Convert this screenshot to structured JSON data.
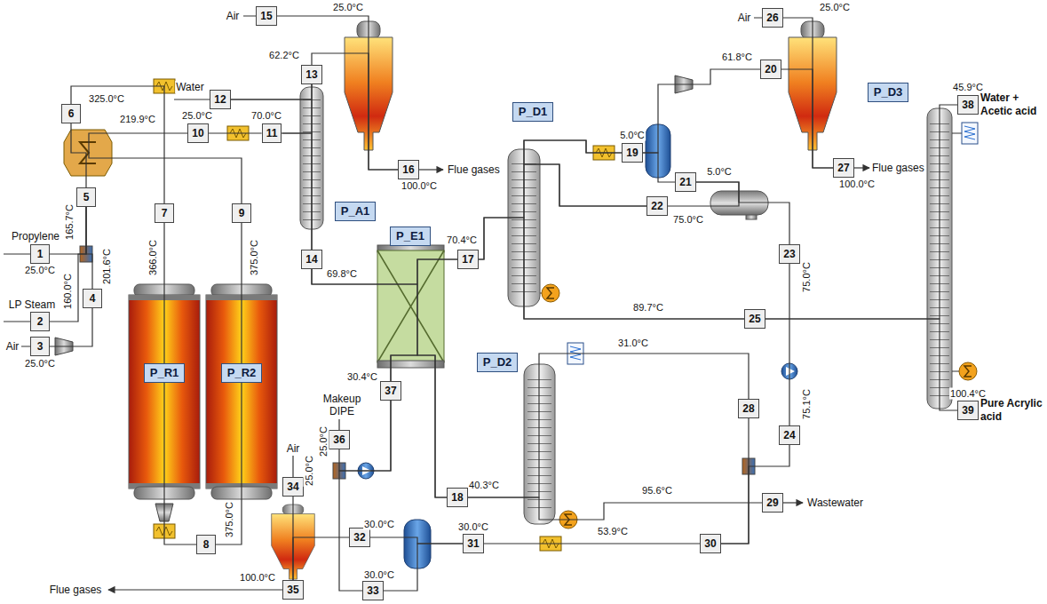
{
  "diagram": {
    "nodes": [
      {
        "text": [
          "1"
        ]
      },
      {
        "text": [
          "2"
        ]
      },
      {
        "text": [
          "3"
        ]
      },
      {
        "text": [
          "4"
        ]
      },
      {
        "text": [
          "5"
        ]
      },
      {
        "text": [
          "6"
        ]
      },
      {
        "text": [
          "7"
        ]
      },
      {
        "text": [
          "8"
        ]
      },
      {
        "text": [
          "9"
        ]
      },
      {
        "text": [
          "10"
        ]
      },
      {
        "text": [
          "11"
        ]
      },
      {
        "text": [
          "12"
        ]
      },
      {
        "text": [
          "13"
        ]
      },
      {
        "text": [
          "14"
        ]
      },
      {
        "text": [
          "15"
        ]
      },
      {
        "text": [
          "16"
        ]
      },
      {
        "text": [
          "17"
        ]
      },
      {
        "text": [
          "18"
        ]
      },
      {
        "text": [
          "19"
        ]
      },
      {
        "text": [
          "20"
        ]
      },
      {
        "text": [
          "21"
        ]
      },
      {
        "text": [
          "22"
        ]
      },
      {
        "text": [
          "23"
        ]
      },
      {
        "text": [
          "24"
        ]
      },
      {
        "text": [
          "25"
        ]
      },
      {
        "text": [
          "26"
        ]
      },
      {
        "text": [
          "27"
        ]
      },
      {
        "text": [
          "28"
        ]
      },
      {
        "text": [
          "29"
        ]
      },
      {
        "text": [
          "30"
        ]
      },
      {
        "text": [
          "31"
        ]
      },
      {
        "text": [
          "32"
        ]
      },
      {
        "text": [
          "33"
        ]
      },
      {
        "text": [
          "34"
        ]
      },
      {
        "text": [
          "35"
        ]
      },
      {
        "text": [
          "36"
        ]
      },
      {
        "text": [
          "37"
        ]
      },
      {
        "text": [
          "38"
        ]
      },
      {
        "text": [
          "39"
        ]
      },
      {
        "text": [
          "P_R1"
        ]
      },
      {
        "text": [
          "P_R2"
        ]
      },
      {
        "text": [
          "P_A1"
        ]
      },
      {
        "text": [
          "P_E1"
        ]
      },
      {
        "text": [
          "P_D1"
        ]
      },
      {
        "text": [
          "P_D2"
        ]
      },
      {
        "text": [
          "P_D3"
        ]
      }
    ],
    "edges": [
      {
        "from": 0,
        "to": 4,
        "arrow": "none"
      },
      {
        "from": 1,
        "to": 4,
        "arrow": "none"
      },
      {
        "from": 3,
        "to": 4,
        "arrow": "none"
      },
      {
        "from": 2,
        "to": 3,
        "arrow": "none"
      },
      {
        "from": 4,
        "to": 5,
        "arrow": "none"
      },
      {
        "from": 5,
        "to": 6,
        "arrow": "none"
      },
      {
        "from": 6,
        "to": 7,
        "arrow": "none"
      },
      {
        "from": 7,
        "to": 8,
        "arrow": "none"
      },
      {
        "from": 8,
        "to": 9,
        "arrow": "none"
      },
      {
        "from": 9,
        "to": 10,
        "arrow": "none"
      },
      {
        "from": 10,
        "to": 12,
        "arrow": "none"
      },
      {
        "from": 10,
        "to": 13,
        "arrow": "none"
      },
      {
        "from": 11,
        "to": 12,
        "arrow": "none"
      },
      {
        "from": 11,
        "to": 13,
        "arrow": "none"
      },
      {
        "from": 12,
        "to": 15,
        "arrow": "none"
      },
      {
        "from": 14,
        "to": 15,
        "arrow": "none"
      },
      {
        "from": 13,
        "to": 16,
        "arrow": "none"
      },
      {
        "from": 13,
        "to": 17,
        "arrow": "none"
      },
      {
        "from": 36,
        "to": 16,
        "arrow": "none"
      },
      {
        "from": 36,
        "to": 17,
        "arrow": "none"
      },
      {
        "from": 16,
        "to": 18,
        "arrow": "none"
      },
      {
        "from": 16,
        "to": 24,
        "arrow": "none"
      },
      {
        "from": 21,
        "to": 18,
        "arrow": "none"
      },
      {
        "from": 21,
        "to": 24,
        "arrow": "none"
      },
      {
        "from": 18,
        "to": 19,
        "arrow": "none"
      },
      {
        "from": 18,
        "to": 20,
        "arrow": "none"
      },
      {
        "from": 19,
        "to": 26,
        "arrow": "none"
      },
      {
        "from": 25,
        "to": 26,
        "arrow": "none"
      },
      {
        "from": 20,
        "to": 21,
        "arrow": "none"
      },
      {
        "from": 20,
        "to": 22,
        "arrow": "none"
      },
      {
        "from": 22,
        "to": 23,
        "arrow": "none"
      },
      {
        "from": 24,
        "to": 37,
        "arrow": "none"
      },
      {
        "from": 24,
        "to": 38,
        "arrow": "none"
      },
      {
        "from": 17,
        "to": 27,
        "arrow": "none"
      },
      {
        "from": 17,
        "to": 28,
        "arrow": "none"
      },
      {
        "from": 27,
        "to": 29,
        "arrow": "none"
      },
      {
        "from": 23,
        "to": 29,
        "arrow": "none"
      },
      {
        "from": 29,
        "to": 30,
        "arrow": "none"
      },
      {
        "from": 30,
        "to": 31,
        "arrow": "none"
      },
      {
        "from": 30,
        "to": 32,
        "arrow": "none"
      },
      {
        "from": 31,
        "to": 34,
        "arrow": "none"
      },
      {
        "from": 33,
        "to": 34,
        "arrow": "none"
      },
      {
        "from": 32,
        "to": 36,
        "arrow": "none"
      },
      {
        "from": 35,
        "to": 36,
        "arrow": "none"
      }
    ],
    "labels": [
      "Propylene",
      "25.0°C",
      "LP Steam",
      "160.0°C",
      "Air",
      "25.0°C",
      "201.6°C",
      "165.7°C",
      "325.0°C",
      "219.9°C",
      "366.0°C",
      "375.0°C",
      "375.0°C",
      "Water",
      "25.0°C",
      "70.0°C",
      "Air",
      "25.0°C",
      "62.2°C",
      "Flue gases",
      "100.0°C",
      "69.8°C",
      "70.4°C",
      "5.0°C",
      "Air",
      "25.0°C",
      "61.8°C",
      "Flue gases",
      "100.0°C",
      "5.0°C",
      "75.0°C",
      "75.0°C",
      "89.7°C",
      "45.9°C",
      "Water + Acetic acid",
      "100.4°C",
      "Pure Acrylic acid",
      "31.0°C",
      "75.1°C",
      "Makeup DIPE",
      "25.0°C",
      "30.4°C",
      "Air",
      "25.0°C",
      "40.3°C",
      "95.6°C",
      "Wastewater",
      "53.9°C",
      "30.0°C",
      "30.0°C",
      "30.0°C",
      "100.0°C",
      "Flue gases"
    ]
  }
}
